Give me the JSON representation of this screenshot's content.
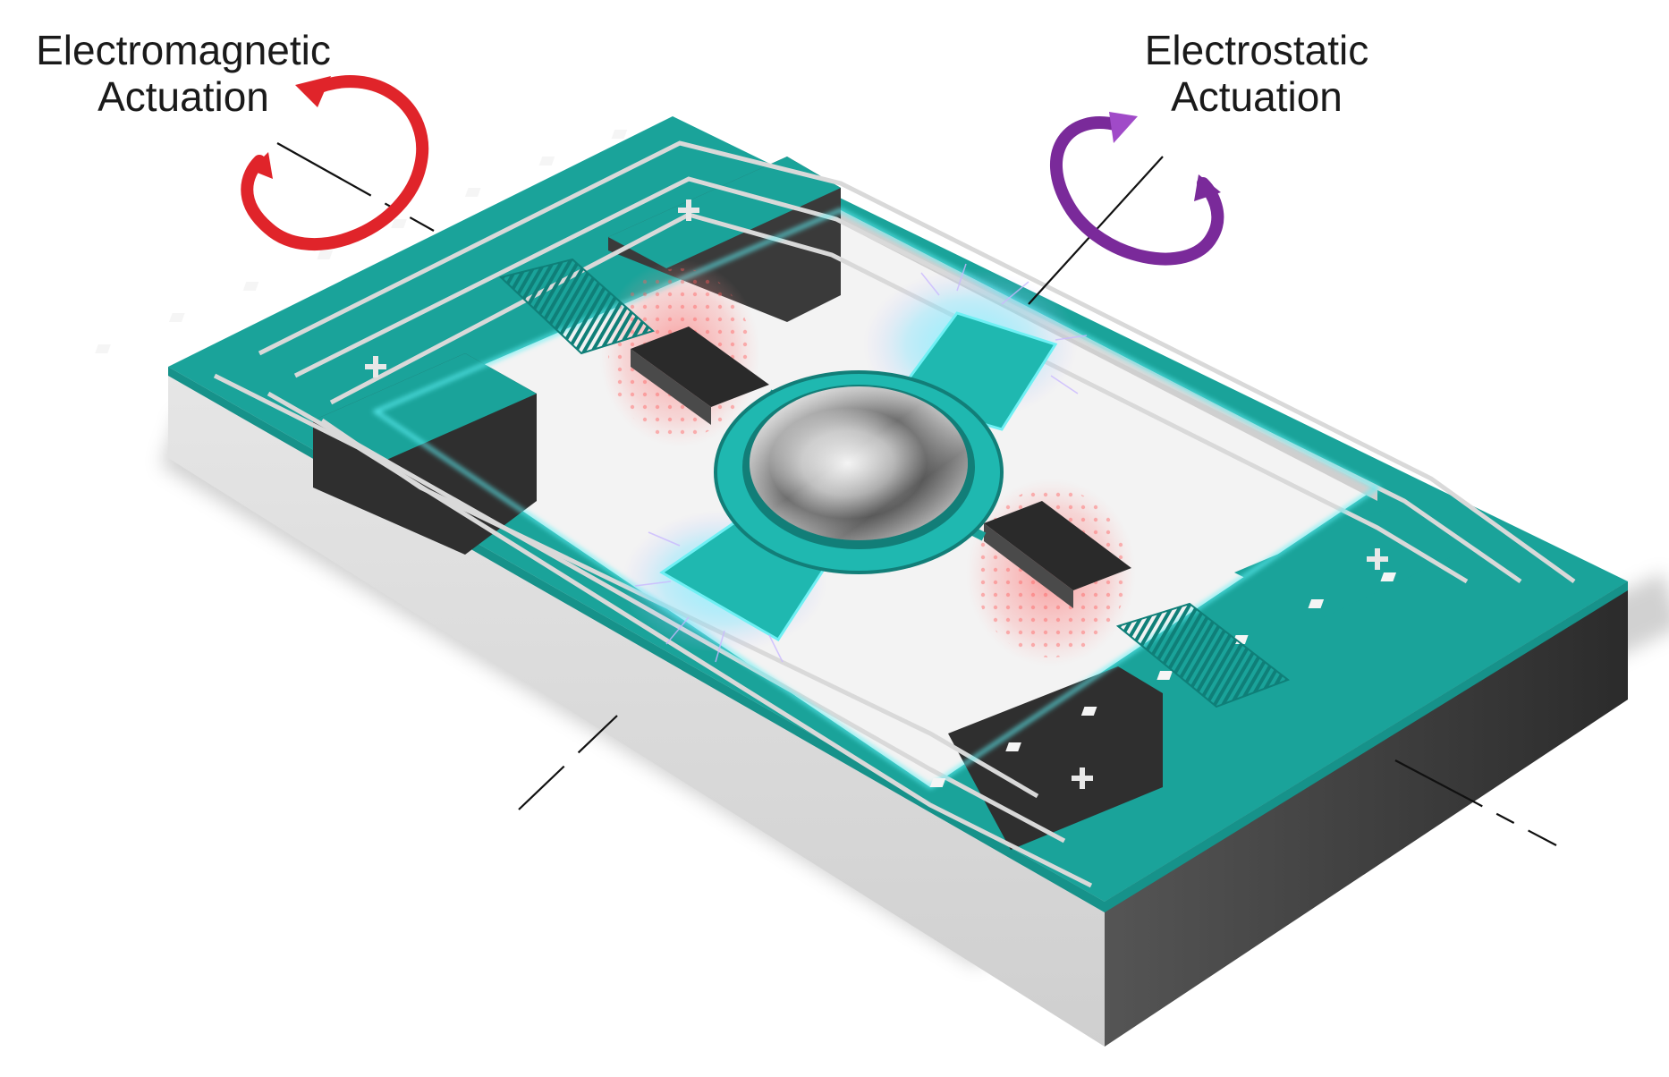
{
  "labels": {
    "electromagnetic": {
      "line1": "Electromagnetic",
      "line2": "Actuation"
    },
    "electrostatic": {
      "line1": "Electrostatic",
      "line2": "Actuation"
    }
  },
  "colors": {
    "substrate_top": "#1aa39a",
    "substrate_side_light": "#dedede",
    "substrate_side_dark": "#3a3a3a",
    "trace": "#d9d9d9",
    "glow": "#4fe8f0",
    "em_arrow": "#e0242a",
    "es_arrow": "#7a2a9a",
    "magnet": "#2a2a2a",
    "field": "#ff6a6a"
  },
  "icons": {
    "em_rotation": "rotation-arrow-icon",
    "es_rotation": "rotation-arrow-icon"
  }
}
